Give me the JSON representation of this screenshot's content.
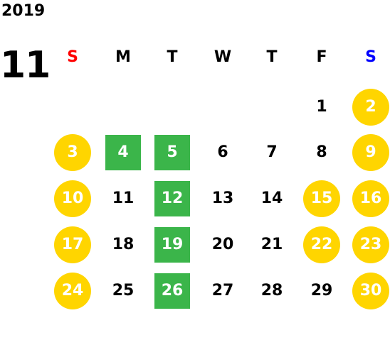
{
  "calendar": {
    "year": "2019",
    "month": "11",
    "colors": {
      "sunday_label": "#ff0000",
      "saturday_label": "#0000ff",
      "weekday_label": "#000000",
      "holiday_circle": "#ffd500",
      "event_square": "#3bb54a",
      "day_text": "#000000",
      "marked_day_text": "#ffffff"
    },
    "weekdays": [
      {
        "label": "S",
        "kind": "sunday"
      },
      {
        "label": "M",
        "kind": "weekday"
      },
      {
        "label": "T",
        "kind": "weekday"
      },
      {
        "label": "W",
        "kind": "weekday"
      },
      {
        "label": "T",
        "kind": "weekday"
      },
      {
        "label": "F",
        "kind": "weekday"
      },
      {
        "label": "S",
        "kind": "saturday"
      }
    ],
    "weeks": [
      [
        null,
        null,
        null,
        null,
        null,
        {
          "day": "1",
          "style": "plain"
        },
        {
          "day": "2",
          "style": "holiday"
        }
      ],
      [
        {
          "day": "3",
          "style": "holiday"
        },
        {
          "day": "4",
          "style": "event"
        },
        {
          "day": "5",
          "style": "event"
        },
        {
          "day": "6",
          "style": "plain"
        },
        {
          "day": "7",
          "style": "plain"
        },
        {
          "day": "8",
          "style": "plain"
        },
        {
          "day": "9",
          "style": "holiday"
        }
      ],
      [
        {
          "day": "10",
          "style": "holiday"
        },
        {
          "day": "11",
          "style": "plain"
        },
        {
          "day": "12",
          "style": "event"
        },
        {
          "day": "13",
          "style": "plain"
        },
        {
          "day": "14",
          "style": "plain"
        },
        {
          "day": "15",
          "style": "holiday"
        },
        {
          "day": "16",
          "style": "holiday"
        }
      ],
      [
        {
          "day": "17",
          "style": "holiday"
        },
        {
          "day": "18",
          "style": "plain"
        },
        {
          "day": "19",
          "style": "event"
        },
        {
          "day": "20",
          "style": "plain"
        },
        {
          "day": "21",
          "style": "plain"
        },
        {
          "day": "22",
          "style": "holiday"
        },
        {
          "day": "23",
          "style": "holiday"
        }
      ],
      [
        {
          "day": "24",
          "style": "holiday"
        },
        {
          "day": "25",
          "style": "plain"
        },
        {
          "day": "26",
          "style": "event"
        },
        {
          "day": "27",
          "style": "plain"
        },
        {
          "day": "28",
          "style": "plain"
        },
        {
          "day": "29",
          "style": "plain"
        },
        {
          "day": "30",
          "style": "holiday"
        }
      ]
    ]
  }
}
